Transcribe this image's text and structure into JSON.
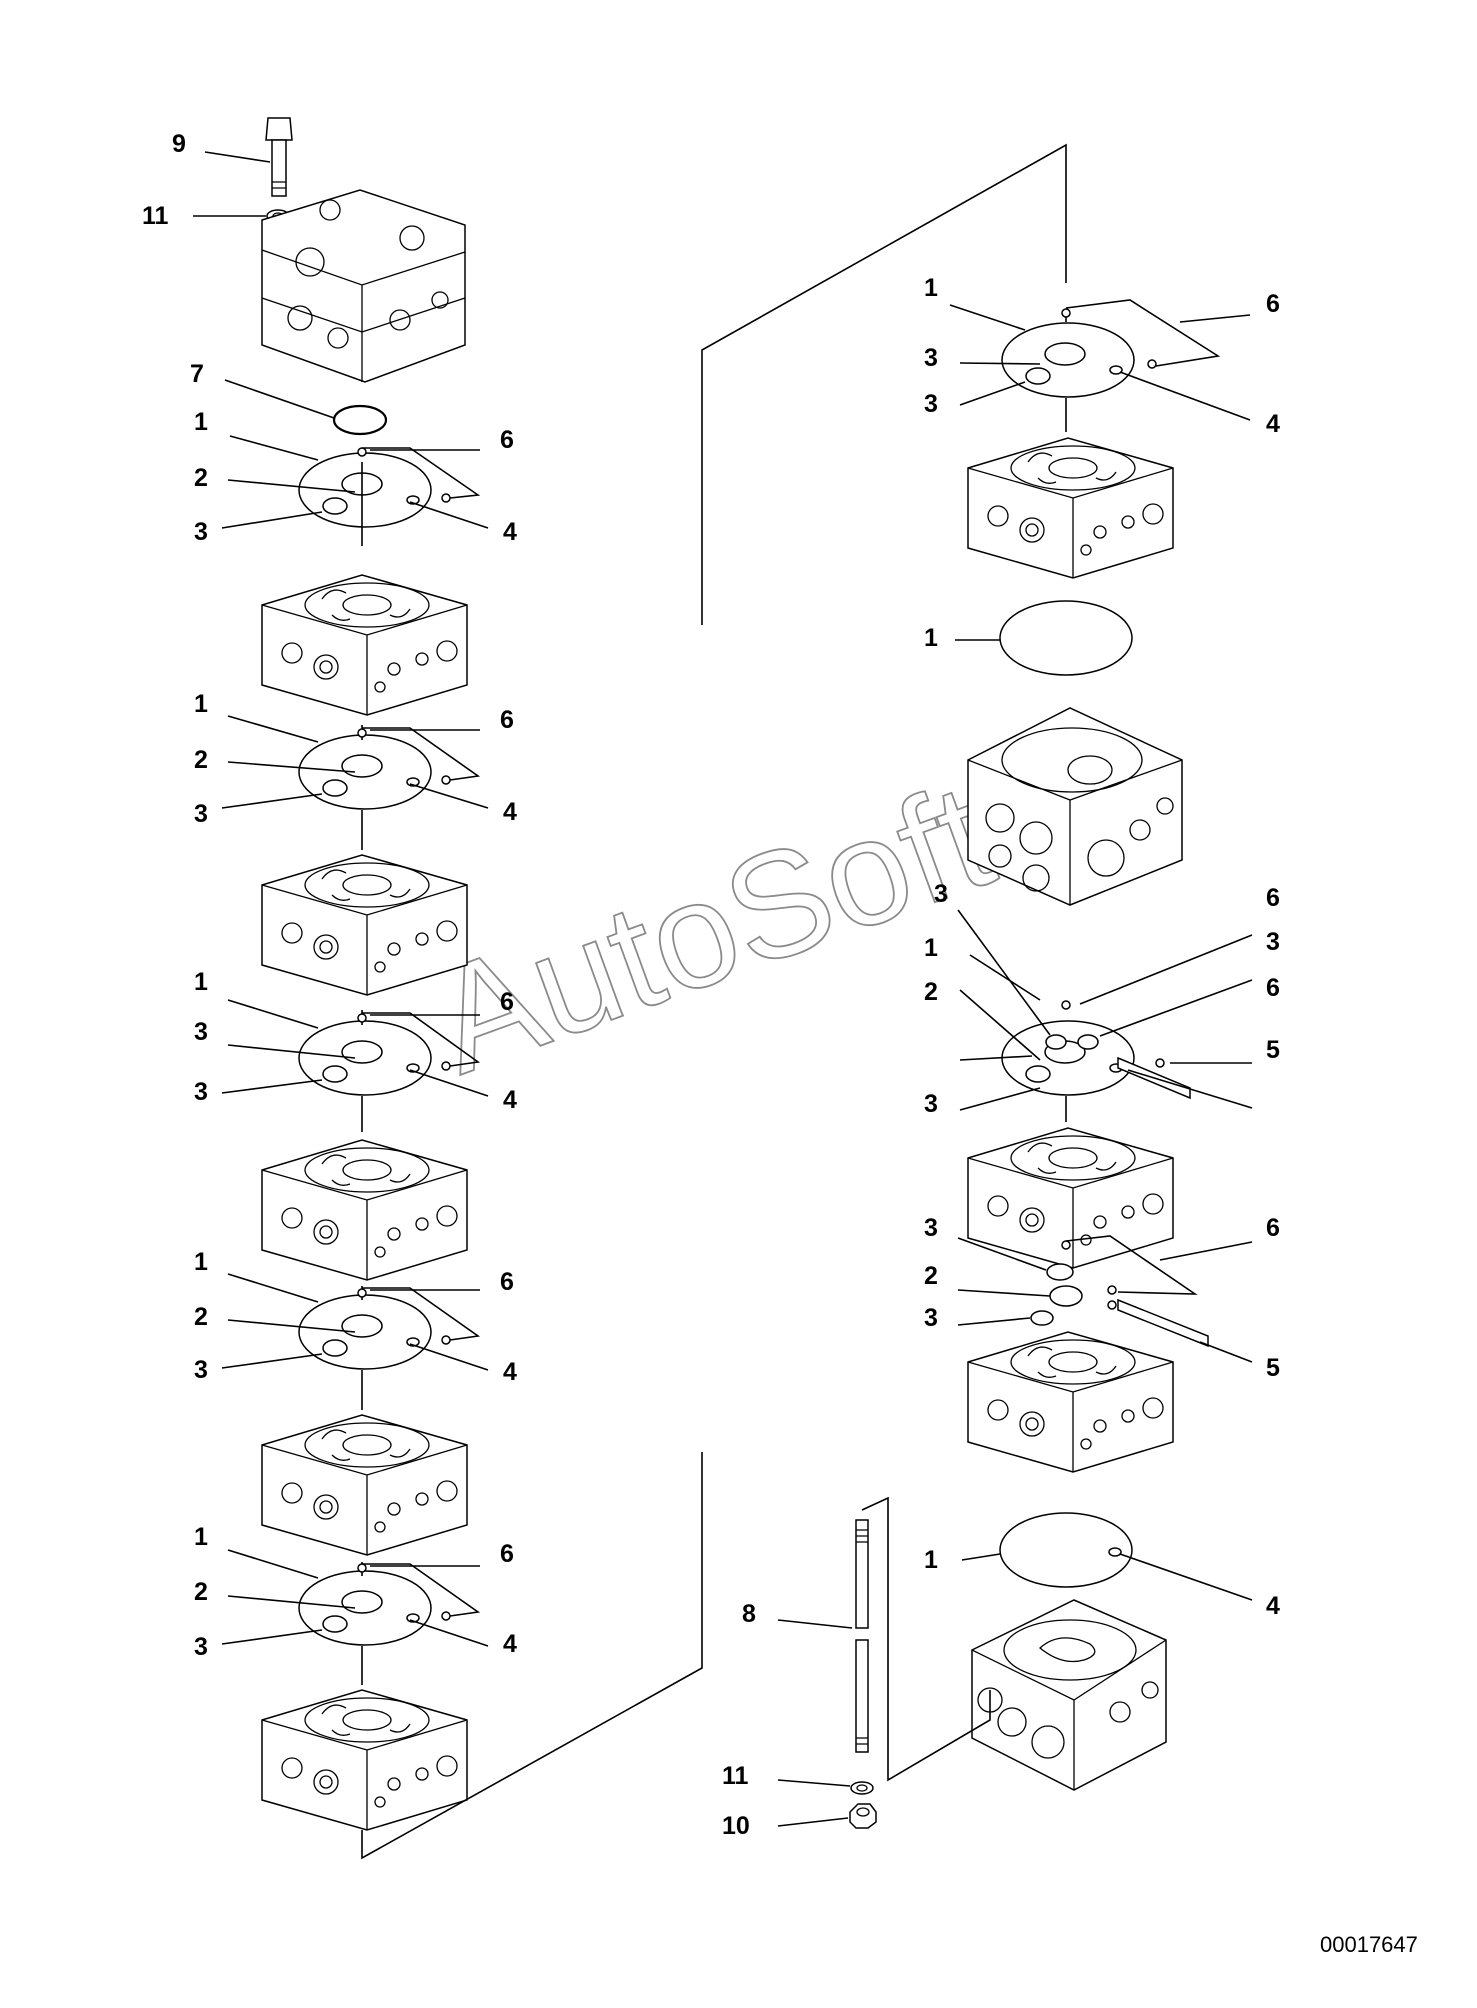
{
  "drawing_number": "00017647",
  "watermark": "AutoSoft",
  "callouts": {
    "b1_9": "9",
    "b1_11": "11",
    "b2_7": "7",
    "b2_1": "1",
    "b2_2": "2",
    "b2_3": "3",
    "b2_6": "6",
    "b2_4": "4",
    "b3_1": "1",
    "b3_2": "2",
    "b3_3": "3",
    "b3_6": "6",
    "b3_4": "4",
    "b4_1": "1",
    "b4_3a": "3",
    "b4_3b": "3",
    "b4_6": "6",
    "b4_4": "4",
    "b5_1": "1",
    "b5_2": "2",
    "b5_3": "3",
    "b5_6": "6",
    "b5_4": "4",
    "b6_1": "1",
    "b6_2": "2",
    "b6_3": "3",
    "b6_6": "6",
    "b6_4": "4",
    "r1_1": "1",
    "r1_3a": "3",
    "r1_3b": "3",
    "r1_6": "6",
    "r1_4": "4",
    "r2_1": "1",
    "r3_3a": "3",
    "r3_1": "1",
    "r3_2": "2",
    "r3_3b": "3",
    "r3_6a": "6",
    "r3_3c": "3",
    "r3_6b": "6",
    "r3_5": "5",
    "r4_3a": "3",
    "r4_2": "2",
    "r4_3b": "3",
    "r4_6": "6",
    "r4_5": "5",
    "r5_1": "1",
    "r5_4": "4",
    "s_8": "8",
    "s_11": "11",
    "s_10": "10"
  }
}
